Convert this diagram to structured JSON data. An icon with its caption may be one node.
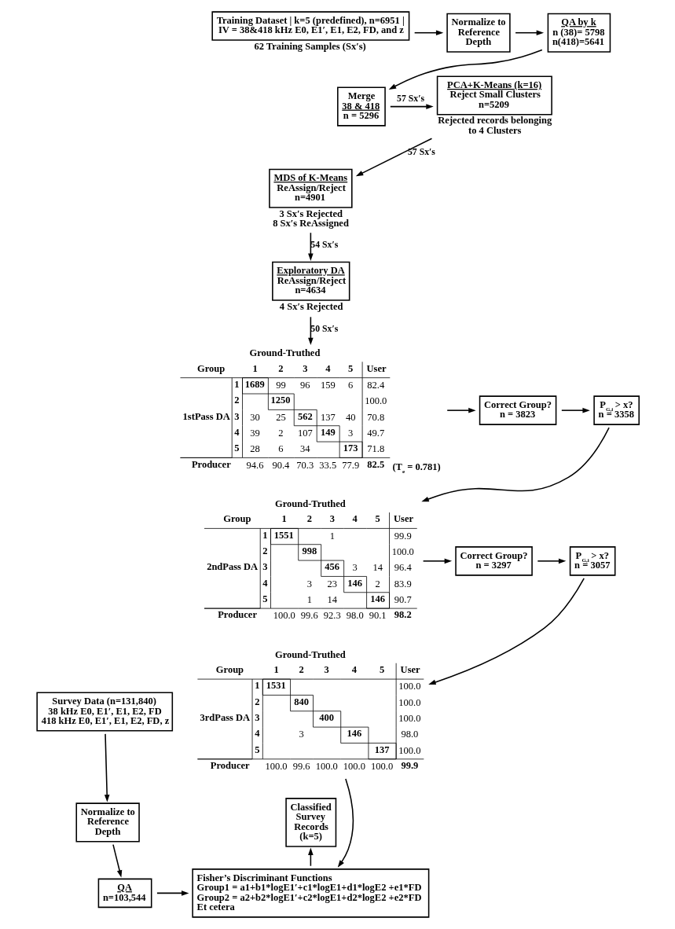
{
  "diagram": {
    "nodes": [
      {
        "text": [
          "Training Dataset | k=5 (predefined), n=6951 | IV = 38&418 kHz E0, E1′, E1, E2, FD, and z"
        ],
        "beside": [
          "62 Training Samples (Sx′s)"
        ]
      },
      {
        "text": [
          "Normalize to Reference Depth"
        ]
      },
      {
        "text": [
          "QA by k",
          "n (38)= 5798",
          "n(418)=5641"
        ]
      },
      {
        "text": [
          "Merge",
          "38 & 418",
          "n = 5296"
        ]
      },
      {
        "text": [
          "PCA+K-Means (k=16)",
          "Reject Small Clusters",
          "n=5209"
        ],
        "beside": [
          "Rejected records belonging to 4 Clusters"
        ]
      },
      {
        "text": [
          "MDS of K-Means",
          "ReAssign/Reject",
          "n=4901"
        ],
        "beside": [
          "3 Sx′s Rejected",
          "8 Sx′s ReAssigned"
        ]
      },
      {
        "text": [
          "Exploratory DA",
          "ReAssign/Reject",
          "n=4634"
        ],
        "beside": [
          "4 Sx′s Rejected"
        ]
      },
      {
        "text": [
          "Ground-Truthed",
          "Group",
          "1",
          "2",
          "3",
          "4",
          "5",
          "User",
          "1stPass DA",
          "1",
          "1689",
          "99",
          "96",
          "159",
          "6",
          "82.4",
          "2",
          "1250",
          "100.0",
          "3",
          "30",
          "25",
          "562",
          "137",
          "40",
          "70.8",
          "4",
          "39",
          "2",
          "107",
          "149",
          "3",
          "49.7",
          "5",
          "28",
          "6",
          "34",
          "173",
          "71.8",
          "Producer",
          "94.6",
          "90.4",
          "70.3",
          "33.5",
          "77.9",
          "82.5"
        ],
        "beside": [
          "(T$_{e}$ = 0.781)"
        ]
      },
      {
        "text": [
          "Correct Group?",
          "n = 3823"
        ]
      },
      {
        "text": [
          "P$_{G,i}$ > x?",
          "n = 3358"
        ]
      },
      {
        "text": [
          "Ground-Truthed",
          "Group",
          "1",
          "2",
          "3",
          "4",
          "5",
          "User",
          "2ndPass DA",
          "1",
          "1551",
          "1",
          "99.9",
          "2",
          "998",
          "100.0",
          "3",
          "456",
          "3",
          "14",
          "96.4",
          "4",
          "3",
          "23",
          "146",
          "2",
          "83.9",
          "5",
          "1",
          "14",
          "146",
          "90.7",
          "Producer",
          "100.0",
          "99.6",
          "92.3",
          "98.0",
          "90.1",
          "98.2"
        ]
      },
      {
        "text": [
          "Correct Group?",
          "n = 3297"
        ]
      },
      {
        "text": [
          "P$_{G,i}$ > x?",
          "n = 3057"
        ]
      },
      {
        "text": [
          "Ground-Truthed",
          "Group",
          "1",
          "2",
          "3",
          "4",
          "5",
          "User",
          "3rdPass DA",
          "1",
          "1531",
          "100.0",
          "2",
          "840",
          "100.0",
          "3",
          "400",
          "100.0",
          "4",
          "3",
          "146",
          "98.0",
          "5",
          "137",
          "100.0",
          "Producer",
          "100.0",
          "99.6",
          "100.0",
          "100.0",
          "100.0",
          "99.9"
        ]
      },
      {
        "text": [
          "Survey Data (n=131,840)",
          "38 kHz E0, E1′, E1, E2, FD",
          "418 kHz E0, E1′, E1, E2, FD, z"
        ]
      },
      {
        "text": [
          "Normalize to Reference Depth"
        ]
      },
      {
        "text": [
          "Classified Survey Records (k=5)"
        ]
      },
      {
        "text": [
          "Fisher’s Discriminant Functions",
          "Group1 = a1+b1*logE1′+c1*logE1+d1*logE2 +e1*FD",
          "Group2 = a2+b2*logE1′+c2*logE1+d2*logE2 +e2*FD",
          "Et cetera"
        ]
      },
      {
        "text": [
          "QA",
          "n=103,544"
        ]
      }
    ],
    "edges": [
      {
        "from": 0,
        "to": 1,
        "arrow": "to"
      },
      {
        "from": 1,
        "to": 2,
        "arrow": "to"
      },
      {
        "from": 2,
        "to": 3,
        "arrow": "to"
      },
      {
        "from": 3,
        "to": 4,
        "arrow": "to",
        "label": "57 Sx′s"
      },
      {
        "from": 4,
        "to": 5,
        "arrow": "to",
        "label": "57 Sx′s"
      },
      {
        "from": 5,
        "to": 6,
        "arrow": "to",
        "label": "54 Sx′s"
      },
      {
        "from": 6,
        "to": 7,
        "arrow": "to",
        "label": "50 Sx′s"
      },
      {
        "from": 7,
        "to": 8,
        "arrow": "to"
      },
      {
        "from": 8,
        "to": 9,
        "arrow": "to"
      },
      {
        "from": 9,
        "to": 10,
        "arrow": "to"
      },
      {
        "from": 10,
        "to": 11,
        "arrow": "to"
      },
      {
        "from": 11,
        "to": 12,
        "arrow": "to"
      },
      {
        "from": 12,
        "to": 13,
        "arrow": "to"
      },
      {
        "from": 13,
        "to": 17,
        "arrow": "to"
      },
      {
        "from": 17,
        "to": 16,
        "arrow": "to"
      },
      {
        "from": 14,
        "to": 15,
        "arrow": "to"
      },
      {
        "from": 15,
        "to": 18,
        "arrow": "to"
      },
      {
        "from": 18,
        "to": 17,
        "arrow": "to"
      }
    ]
  }
}
